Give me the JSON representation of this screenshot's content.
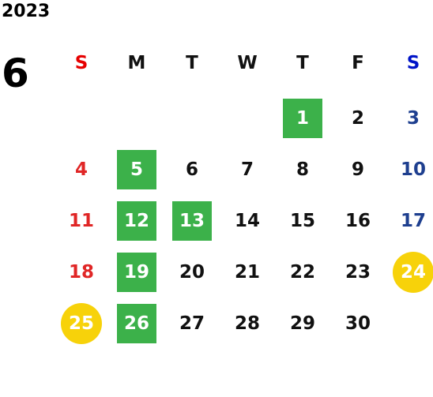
{
  "year": "2023",
  "month": "6",
  "weekdays": [
    "S",
    "M",
    "T",
    "W",
    "T",
    "F",
    "S"
  ],
  "days": [
    {
      "label": "1",
      "col": 4,
      "row": 0,
      "highlight": "green"
    },
    {
      "label": "2",
      "col": 5,
      "row": 0
    },
    {
      "label": "3",
      "col": 6,
      "row": 0
    },
    {
      "label": "4",
      "col": 0,
      "row": 1
    },
    {
      "label": "5",
      "col": 1,
      "row": 1,
      "highlight": "green"
    },
    {
      "label": "6",
      "col": 2,
      "row": 1
    },
    {
      "label": "7",
      "col": 3,
      "row": 1
    },
    {
      "label": "8",
      "col": 4,
      "row": 1
    },
    {
      "label": "9",
      "col": 5,
      "row": 1
    },
    {
      "label": "10",
      "col": 6,
      "row": 1
    },
    {
      "label": "11",
      "col": 0,
      "row": 2
    },
    {
      "label": "12",
      "col": 1,
      "row": 2,
      "highlight": "green"
    },
    {
      "label": "13",
      "col": 2,
      "row": 2,
      "highlight": "green"
    },
    {
      "label": "14",
      "col": 3,
      "row": 2
    },
    {
      "label": "15",
      "col": 4,
      "row": 2
    },
    {
      "label": "16",
      "col": 5,
      "row": 2
    },
    {
      "label": "17",
      "col": 6,
      "row": 2
    },
    {
      "label": "18",
      "col": 0,
      "row": 3
    },
    {
      "label": "19",
      "col": 1,
      "row": 3,
      "highlight": "green"
    },
    {
      "label": "20",
      "col": 2,
      "row": 3
    },
    {
      "label": "21",
      "col": 3,
      "row": 3
    },
    {
      "label": "22",
      "col": 4,
      "row": 3
    },
    {
      "label": "23",
      "col": 5,
      "row": 3
    },
    {
      "label": "24",
      "col": 6,
      "row": 3,
      "highlight": "yellow"
    },
    {
      "label": "25",
      "col": 0,
      "row": 4,
      "highlight": "yellow"
    },
    {
      "label": "26",
      "col": 1,
      "row": 4,
      "highlight": "green"
    },
    {
      "label": "27",
      "col": 2,
      "row": 4
    },
    {
      "label": "28",
      "col": 3,
      "row": 4
    },
    {
      "label": "29",
      "col": 4,
      "row": 4
    },
    {
      "label": "30",
      "col": 5,
      "row": 4
    }
  ],
  "colors": {
    "sunday": "#e02626",
    "saturday": "#1e3f8f",
    "green_highlight": "#3cb14a",
    "yellow_highlight": "#f7d20a"
  }
}
